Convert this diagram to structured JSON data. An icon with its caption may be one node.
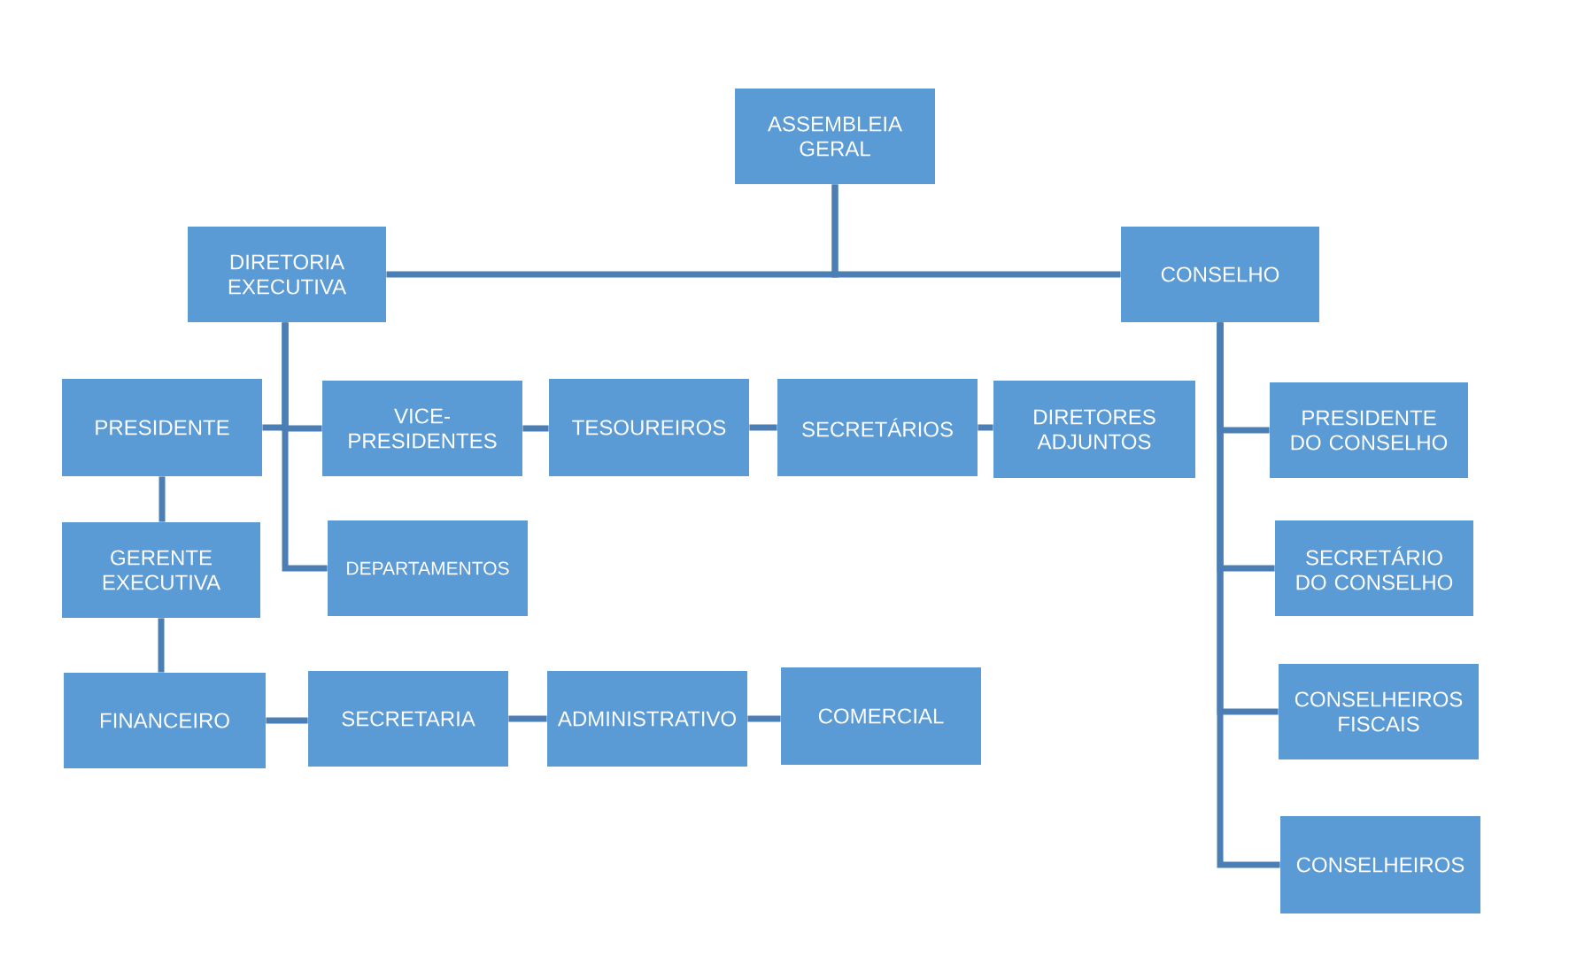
{
  "diagram": {
    "nodes": [
      {
        "text": [
          "ASSEMBLEIA GERAL"
        ]
      },
      {
        "text": [
          "DIRETORIA EXECUTIVA"
        ]
      },
      {
        "text": [
          "CONSELHO"
        ]
      },
      {
        "text": [
          "PRESIDENTE"
        ]
      },
      {
        "text": [
          "VICE-PRESIDENTES"
        ]
      },
      {
        "text": [
          "TESOUREIROS"
        ]
      },
      {
        "text": [
          "SECRETÁRIOS"
        ]
      },
      {
        "text": [
          "DIRETORES ADJUNTOS"
        ]
      },
      {
        "text": [
          "PRESIDENTE DO CONSELHO"
        ]
      },
      {
        "text": [
          "GERENTE EXECUTIVA"
        ]
      },
      {
        "text": [
          "DEPARTAMENTOS"
        ]
      },
      {
        "text": [
          "SECRETÁRIO DO CONSELHO"
        ]
      },
      {
        "text": [
          "FINANCEIRO"
        ]
      },
      {
        "text": [
          "SECRETARIA"
        ]
      },
      {
        "text": [
          "ADMINISTRATIVO"
        ]
      },
      {
        "text": [
          "COMERCIAL"
        ]
      },
      {
        "text": [
          "CONSELHEIROS FISCAIS"
        ]
      },
      {
        "text": [
          "CONSELHEIROS"
        ]
      }
    ],
    "edges": [
      {
        "from": 0,
        "to": 1,
        "arrow": "none"
      },
      {
        "from": 0,
        "to": 2,
        "arrow": "none"
      },
      {
        "from": 1,
        "to": 3,
        "arrow": "none"
      },
      {
        "from": 1,
        "to": 4,
        "arrow": "none"
      },
      {
        "from": 1,
        "to": 10,
        "arrow": "none"
      },
      {
        "from": 4,
        "to": 5,
        "arrow": "none"
      },
      {
        "from": 5,
        "to": 6,
        "arrow": "none"
      },
      {
        "from": 6,
        "to": 7,
        "arrow": "none"
      },
      {
        "from": 2,
        "to": 8,
        "arrow": "none"
      },
      {
        "from": 2,
        "to": 11,
        "arrow": "none"
      },
      {
        "from": 2,
        "to": 16,
        "arrow": "none"
      },
      {
        "from": 2,
        "to": 17,
        "arrow": "none"
      },
      {
        "from": 3,
        "to": 9,
        "arrow": "none"
      },
      {
        "from": 9,
        "to": 12,
        "arrow": "none"
      },
      {
        "from": 12,
        "to": 13,
        "arrow": "none"
      },
      {
        "from": 13,
        "to": 14,
        "arrow": "none"
      },
      {
        "from": 14,
        "to": 15,
        "arrow": "none"
      }
    ]
  }
}
